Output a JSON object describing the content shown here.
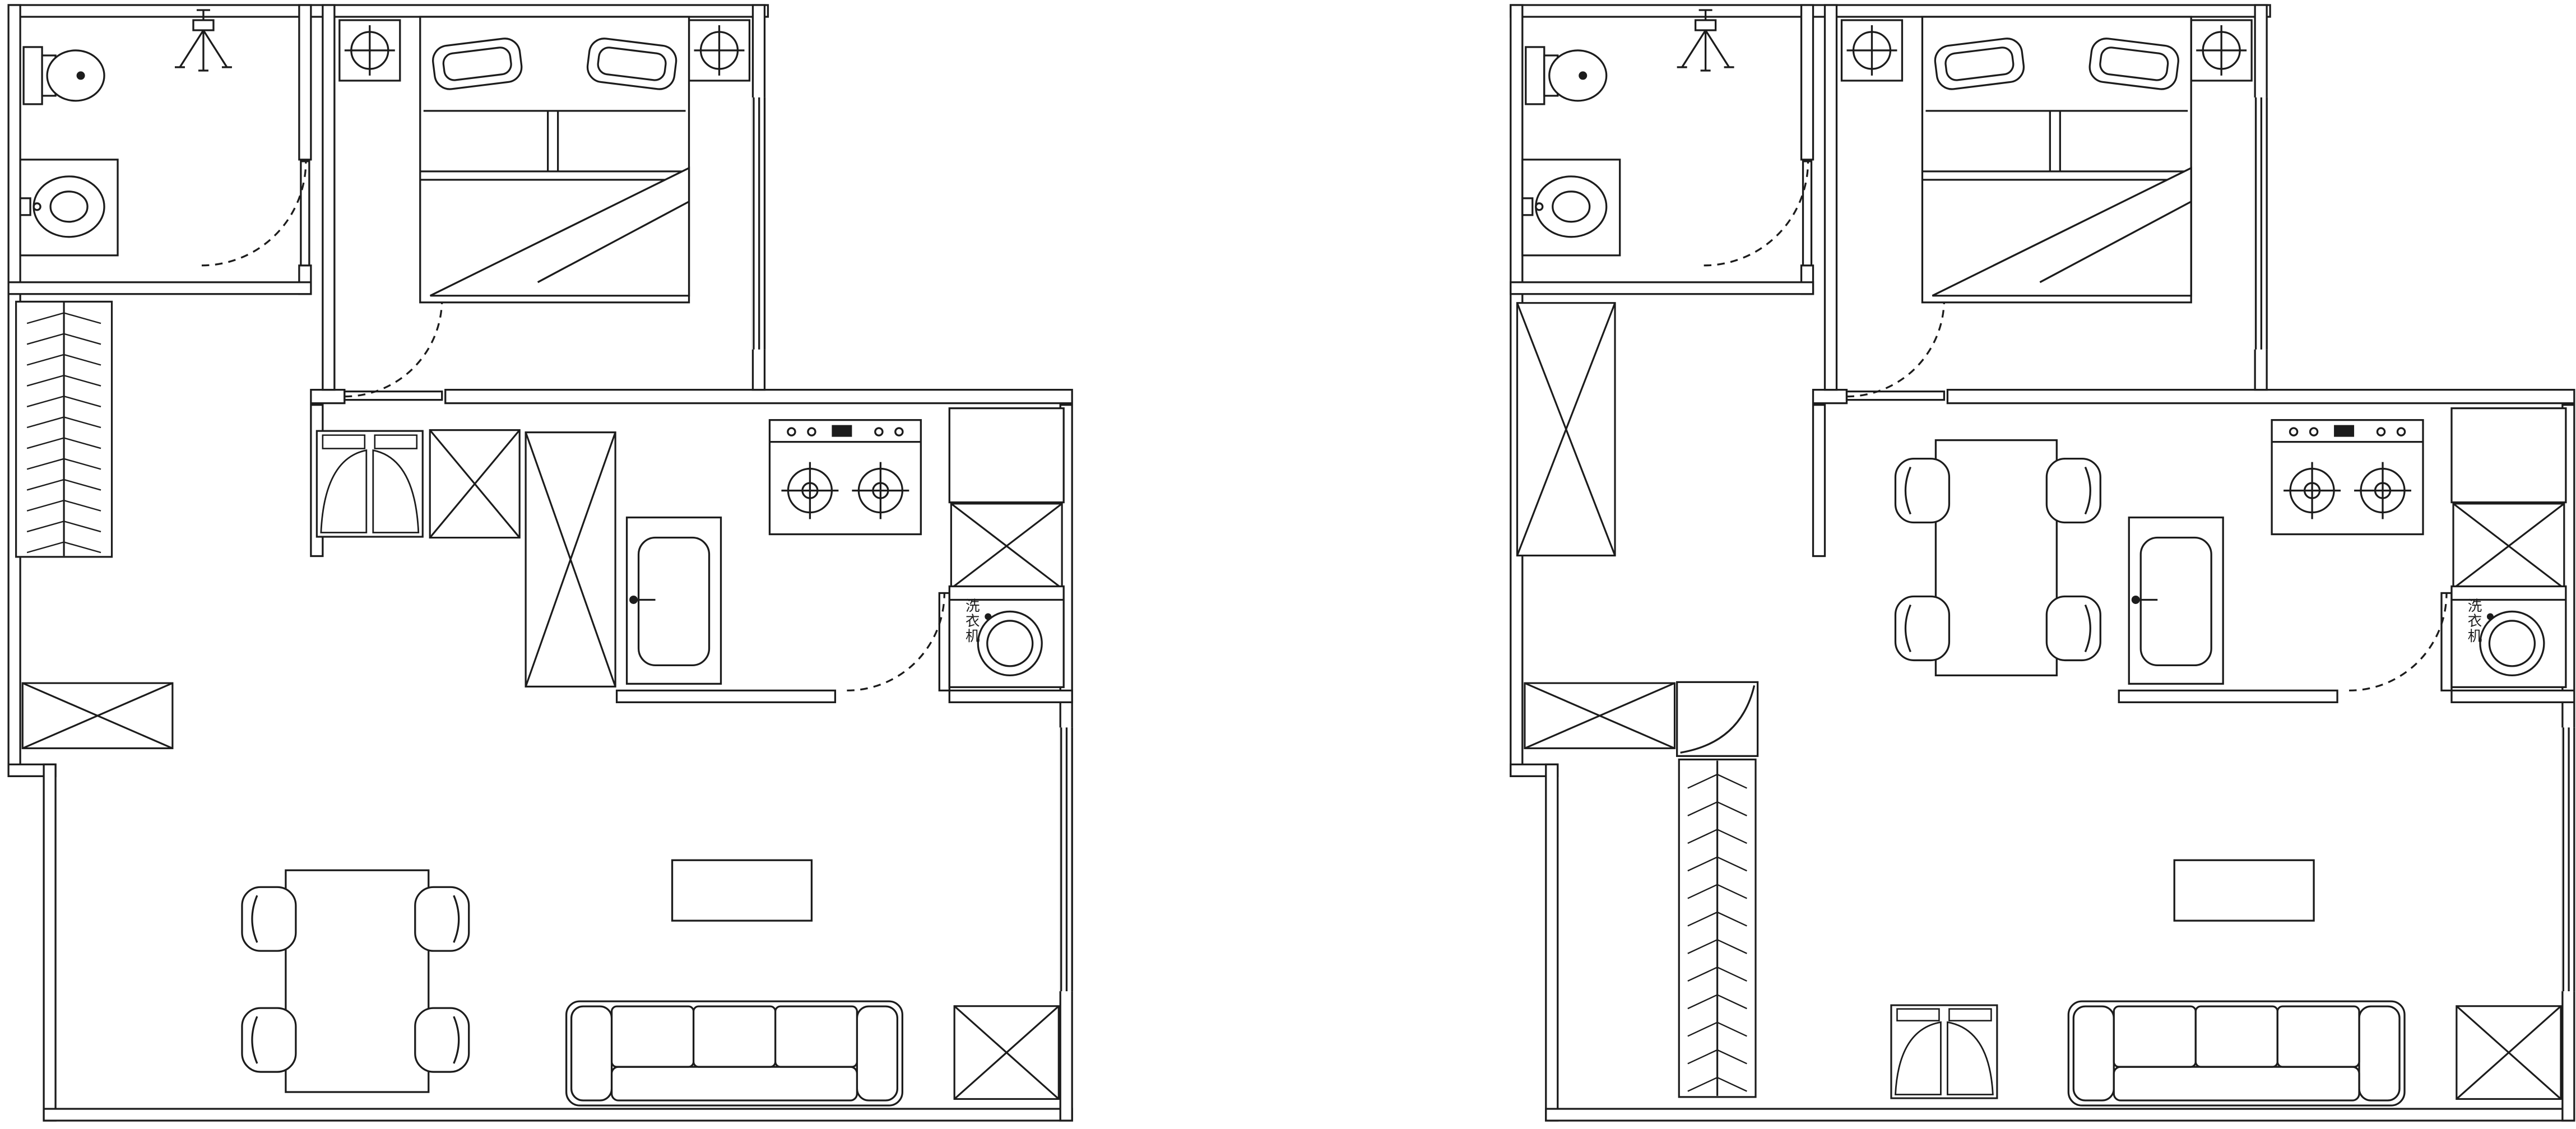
{
  "page": {
    "type": "architectural-floor-plan-drawing",
    "background": "#ffffff",
    "line_color": "#1c1c1c",
    "plan_count": 2
  },
  "plans": [
    {
      "name": "floor-plan-left",
      "washer_label": "洗衣机",
      "rooms": [
        "bathroom",
        "bedroom",
        "hallway",
        "kitchen",
        "living-dining-room"
      ],
      "furniture": [
        "toilet",
        "washbasin",
        "drying-rack",
        "hanging-wardrobe",
        "double-bed",
        "nightstand-left",
        "nightstand-right",
        "refrigerator",
        "cabinet",
        "tall-cabinet",
        "kitchen-sink",
        "gas-cooktop",
        "washing-machine",
        "shoe-cabinet",
        "dining-table-with-4-chairs",
        "coffee-table",
        "three-seat-sofa",
        "corner-cabinet"
      ]
    },
    {
      "name": "floor-plan-right",
      "washer_label": "洗衣机",
      "rooms": [
        "bathroom",
        "bedroom",
        "hallway",
        "kitchen",
        "living-dining-room"
      ],
      "furniture": [
        "toilet",
        "washbasin",
        "drying-rack",
        "tall-cabinet",
        "double-bed",
        "nightstand-left",
        "nightstand-right",
        "dining-table-with-4-chairs",
        "kitchen-sink",
        "gas-cooktop",
        "washing-machine",
        "cabinet",
        "corner-cabinet",
        "hanging-wardrobe",
        "shoe-cabinet",
        "coffee-table",
        "three-seat-sofa"
      ]
    }
  ]
}
